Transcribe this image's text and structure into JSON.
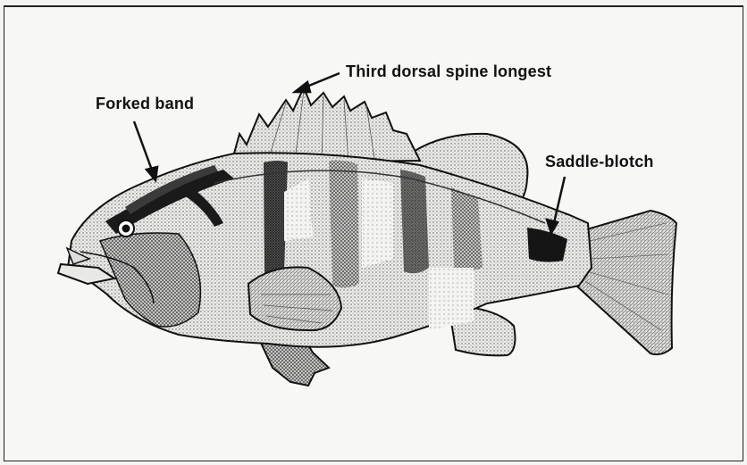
{
  "labels": {
    "dorsal_spine": "Third dorsal spine longest",
    "forked_band": "Forked band",
    "saddle_blotch": "Saddle-blotch"
  }
}
